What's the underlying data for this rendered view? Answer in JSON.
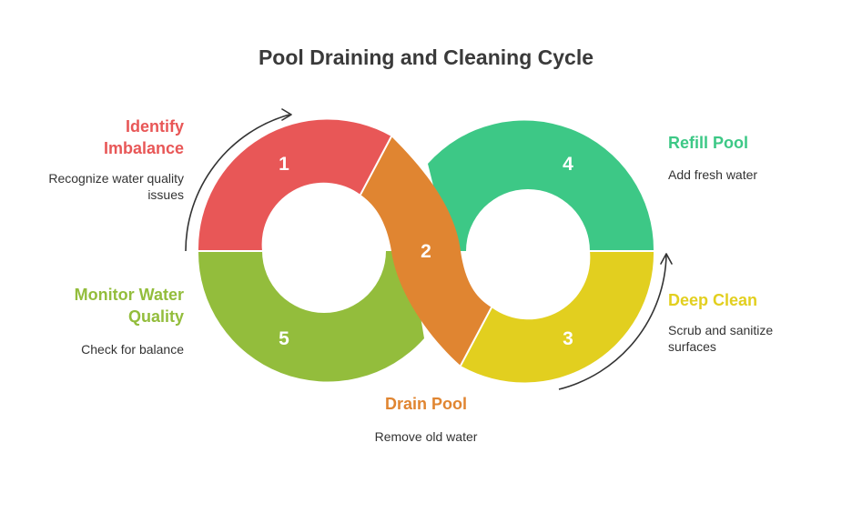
{
  "title": "Pool Draining and Cleaning Cycle",
  "steps": [
    {
      "number": "1",
      "title": "Identify Imbalance",
      "title_lines": [
        "Identify",
        "Imbalance"
      ],
      "description": "Recognize water quality issues",
      "description_lines": [
        "Recognize water quality",
        "issues"
      ],
      "color": "#e85757"
    },
    {
      "number": "2",
      "title": "Drain Pool",
      "description": "Remove old water",
      "color": "#e08531"
    },
    {
      "number": "3",
      "title": "Deep Clean",
      "description": "Scrub and sanitize surfaces",
      "description_lines": [
        "Scrub and sanitize",
        "surfaces"
      ],
      "color": "#e2cf1f"
    },
    {
      "number": "4",
      "title": "Refill Pool",
      "description": "Add fresh water",
      "color": "#3dc886"
    },
    {
      "number": "5",
      "title": "Monitor Water Quality",
      "title_lines": [
        "Monitor Water",
        "Quality"
      ],
      "description": "Check for balance",
      "color": "#93bd3c"
    }
  ],
  "colors": {
    "text": "#3a3a3a",
    "arrow": "#333333"
  },
  "icons": [
    "cycle-arrow-icon-left",
    "cycle-arrow-icon-right"
  ]
}
